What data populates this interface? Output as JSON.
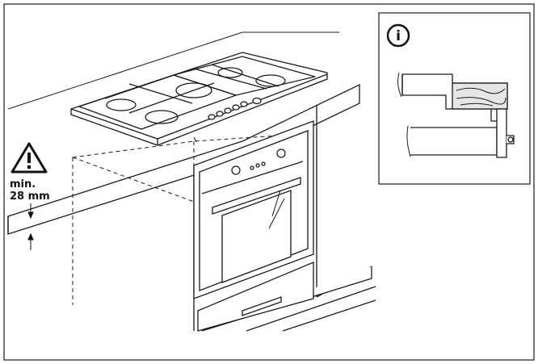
{
  "warning": {
    "icon": "warning-triangle-icon",
    "label_line1": "min.",
    "label_line2": "28 mm"
  },
  "info_panel": {
    "icon": "info-icon",
    "icon_glyph": "i"
  },
  "colors": {
    "line": "#1a1a1a",
    "fill": "#ffffff",
    "wood": "#d9d9d9"
  }
}
